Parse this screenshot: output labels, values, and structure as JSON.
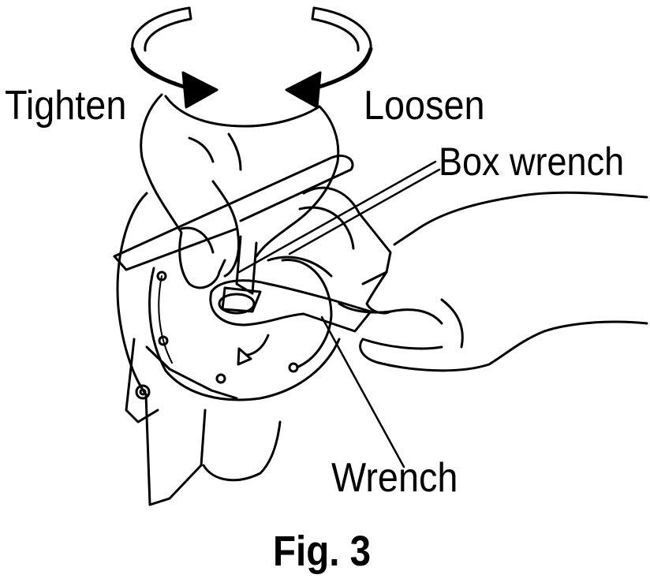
{
  "labels": {
    "tighten": "Tighten",
    "loosen": "Loosen",
    "box_wrench": "Box wrench",
    "wrench": "Wrench"
  },
  "caption": "Fig. 3",
  "colors": {
    "ink": "#000000",
    "paper": "#ffffff"
  }
}
